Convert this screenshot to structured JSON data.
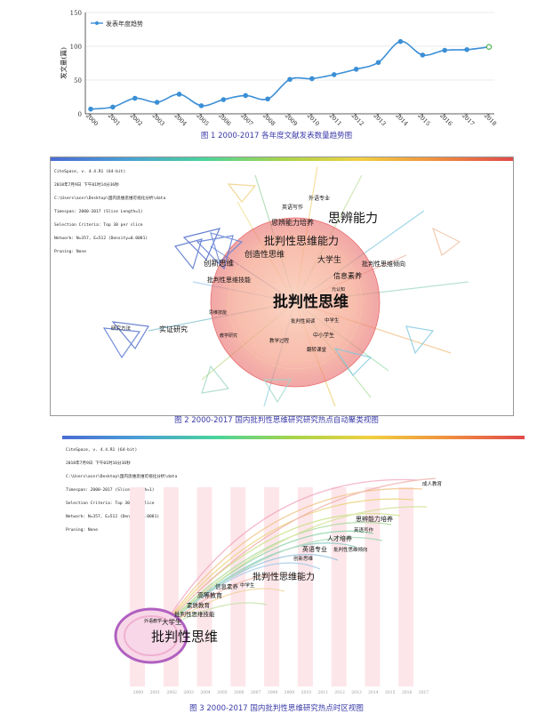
{
  "figure1": {
    "caption": "图 1  2000-2017 各年度文献发表数量趋势图",
    "chart_data": {
      "type": "line",
      "x": [
        "2000",
        "2001",
        "2002",
        "2003",
        "2004",
        "2005",
        "2006",
        "2007",
        "2008",
        "2009",
        "2010",
        "2011",
        "2012",
        "2013",
        "2014",
        "2015",
        "2016",
        "2017",
        "2018"
      ],
      "series": [
        {
          "name": "发表年度趋势",
          "values": [
            7,
            10,
            23,
            17,
            29,
            12,
            21,
            27,
            22,
            51,
            52,
            58,
            66,
            76,
            107,
            87,
            94,
            95,
            99
          ]
        }
      ],
      "ylabel": "发文量(篇)",
      "ylim": [
        0,
        150
      ],
      "yticks": [
        0,
        50,
        100,
        150
      ],
      "grid": true,
      "legend": "top-left",
      "line_color": "#3b8fd6",
      "last_point_color": "#4caf50"
    }
  },
  "figure2": {
    "caption": "图 2  2000-2017 国内批判性思维研究研究热点自动聚类视图",
    "meta_lines": [
      "CiteSpace, v. 4.4.R1 (64-bit)",
      "2018年7月9日 下午01时14分36秒",
      "C:\\Users\\acer\\Desktop\\国内思维思维可视化分析\\data",
      "Timespan: 2000-2017 (Slice Length=1)",
      "Selection Criteria: Top 30 per slice",
      "Network: N=357, E=512 (Density=0.0081)",
      "Pruning: None"
    ],
    "keywords": [
      "批判性思维",
      "思辨能力",
      "批判性思维能力",
      "创新思维",
      "大学生",
      "创造性思维",
      "思辨能力培养",
      "英语写作",
      "外语专业",
      "信息素养",
      "批判性思维倾向",
      "批判性思维技能",
      "实证研究",
      "研究方法",
      "教学过程",
      "中小学生",
      "翻转课堂",
      "批判性阅读",
      "中学生",
      "思维技能",
      "教学研究",
      "元认知"
    ]
  },
  "figure3": {
    "caption": "图 3  2000-2017 国内批判性思维研究热点时区视图",
    "meta_lines": [
      "CiteSpace, v. 4.4.R1 (64-bit)",
      "2018年7月9日 下午01时16分36秒",
      "C:\\Users\\acer\\Desktop\\国内思维思维可视化分析\\data",
      "Timespan: 2000-2017 (Slice Length=1)",
      "Selection Criteria: Top 30 per slice",
      "Network: N=357, E=512 (Density=0.0081)",
      "Pruning: None"
    ],
    "years": [
      "2000",
      "2001",
      "2002",
      "2003",
      "2004",
      "2005",
      "2006",
      "2007",
      "2008",
      "2009",
      "2010",
      "2011",
      "2012",
      "2013",
      "2014",
      "2015",
      "2016",
      "2017"
    ],
    "keywords": [
      "成人教育",
      "思辨能力培养",
      "英语写作",
      "人才培养",
      "英语专业",
      "批判性思维倾向",
      "创新思维",
      "批判性思维能力",
      "信息素养",
      "中学生",
      "高等教育",
      "素质教育",
      "批判性思维技能",
      "大学生",
      "外语教学",
      "批判性思维"
    ]
  }
}
